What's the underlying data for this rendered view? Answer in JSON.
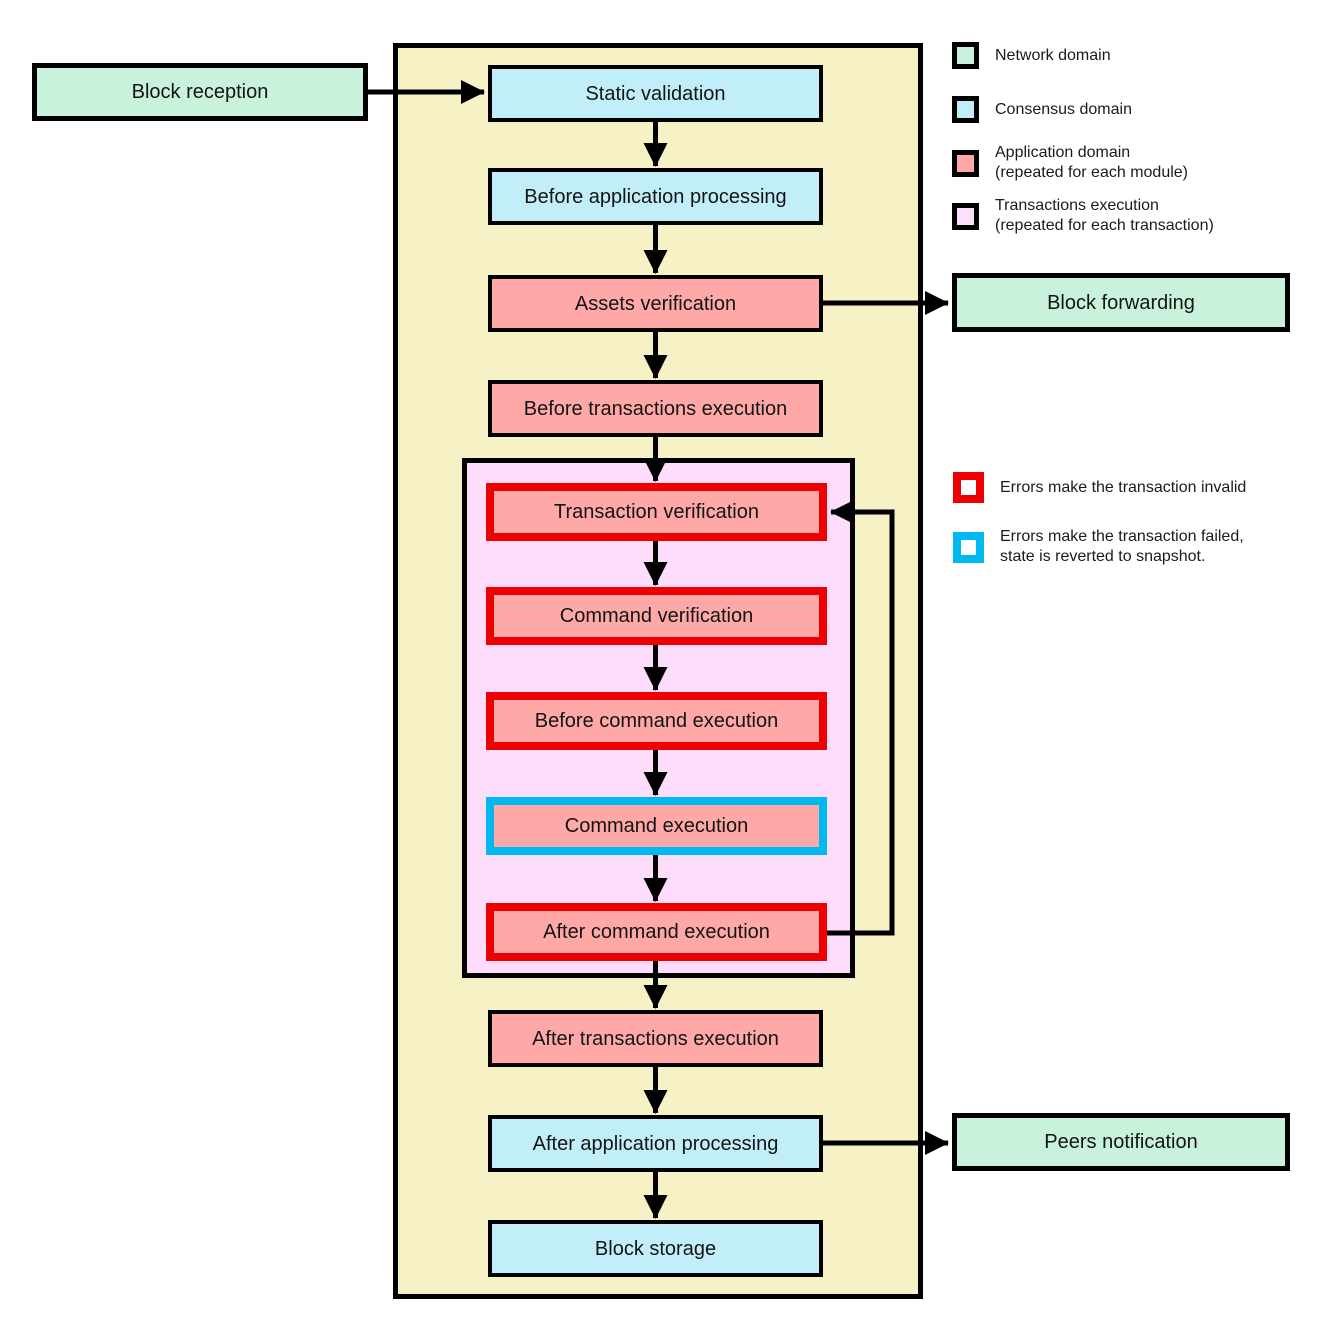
{
  "nodes": {
    "block_reception": "Block reception",
    "static_validation": "Static validation",
    "before_application_processing": "Before application processing",
    "assets_verification": "Assets verification",
    "block_forwarding": "Block forwarding",
    "before_transactions_execution": "Before transactions execution",
    "transaction_verification": "Transaction verification",
    "command_verification": "Command verification",
    "before_command_execution": "Before command execution",
    "command_execution": "Command execution",
    "after_command_execution": "After command execution",
    "after_transactions_execution": "After transactions execution",
    "after_application_processing": "After application processing",
    "block_storage": "Block storage",
    "peers_notification": "Peers notification"
  },
  "legend_domains": {
    "network": {
      "label": "Network domain",
      "color": "#C9F2DC"
    },
    "consensus": {
      "label": "Consensus domain",
      "color": "#C2EEFA"
    },
    "application": {
      "line1": "Application domain",
      "line2": "(repeated for each module)",
      "color": "#FFA8A8"
    },
    "transactions": {
      "line1": "Transactions execution",
      "line2": "(repeated for each transaction)",
      "color": "#FBE0FB"
    }
  },
  "legend_errors": {
    "invalid": {
      "label": "Errors make the transaction invalid",
      "color": "#EE0000"
    },
    "failed": {
      "line1": "Errors make the transaction failed,",
      "line2": "state is reverted to snapshot.",
      "color": "#00B9F1"
    }
  },
  "containers": {
    "outer_fill": "#F7F1C6",
    "inner_fill": "#FEDCFC",
    "border_color": "#000000"
  },
  "edges": [
    {
      "from": "block_reception",
      "to": "static_validation"
    },
    {
      "from": "static_validation",
      "to": "before_application_processing"
    },
    {
      "from": "before_application_processing",
      "to": "assets_verification"
    },
    {
      "from": "assets_verification",
      "to": "block_forwarding"
    },
    {
      "from": "assets_verification",
      "to": "before_transactions_execution"
    },
    {
      "from": "before_transactions_execution",
      "to": "transaction_verification"
    },
    {
      "from": "transaction_verification",
      "to": "command_verification"
    },
    {
      "from": "command_verification",
      "to": "before_command_execution"
    },
    {
      "from": "before_command_execution",
      "to": "command_execution"
    },
    {
      "from": "command_execution",
      "to": "after_command_execution"
    },
    {
      "from": "after_command_execution",
      "to": "transaction_verification"
    },
    {
      "from": "after_command_execution",
      "to": "after_transactions_execution"
    },
    {
      "from": "after_transactions_execution",
      "to": "after_application_processing"
    },
    {
      "from": "after_application_processing",
      "to": "peers_notification"
    },
    {
      "from": "after_application_processing",
      "to": "block_storage"
    }
  ]
}
